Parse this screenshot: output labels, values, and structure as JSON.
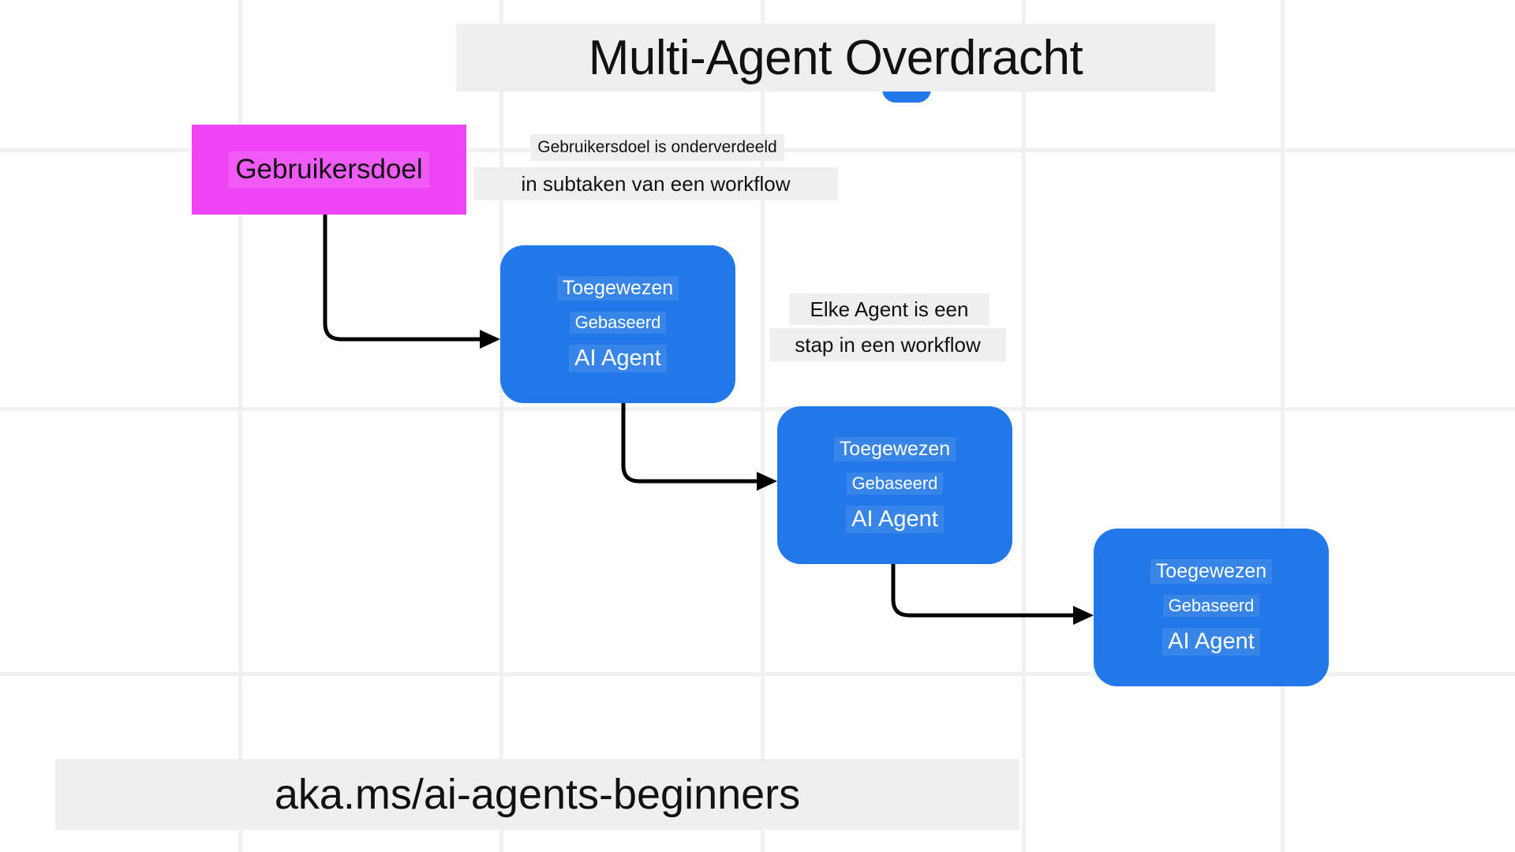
{
  "page": {
    "title": "Multi-Agent Overdracht",
    "footer_url": "aka.ms/ai-agents-beginners",
    "background_color": "#ffffff",
    "grid_line_color": "#f1f1f1",
    "highlight_band_color": "#efefef"
  },
  "colors": {
    "agent_blue": "#2278e8",
    "goal_magenta": "#ee44f5",
    "arrow_black": "#000000",
    "text_dark": "#111111",
    "text_light": "#ffffff"
  },
  "goal": {
    "label": "Gebruikersdoel"
  },
  "captions": [
    {
      "line1": "Gebruikersdoel is onderverdeeld",
      "line2": "in subtaken van een workflow"
    },
    {
      "line1": "Elke Agent is een",
      "line2": "stap in een workflow"
    }
  ],
  "agents": [
    {
      "line1": "Toegewezen",
      "line2": "Gebaseerd",
      "line3": "AI Agent"
    },
    {
      "line1": "Toegewezen",
      "line2": "Gebaseerd",
      "line3": "AI Agent"
    },
    {
      "line1": "Toegewezen",
      "line2": "Gebaseerd",
      "line3": "AI Agent"
    }
  ],
  "flow": {
    "connector_count": 3,
    "sequence": "Gebruikersdoel → AI Agent 1 → AI Agent 2 → AI Agent 3"
  }
}
